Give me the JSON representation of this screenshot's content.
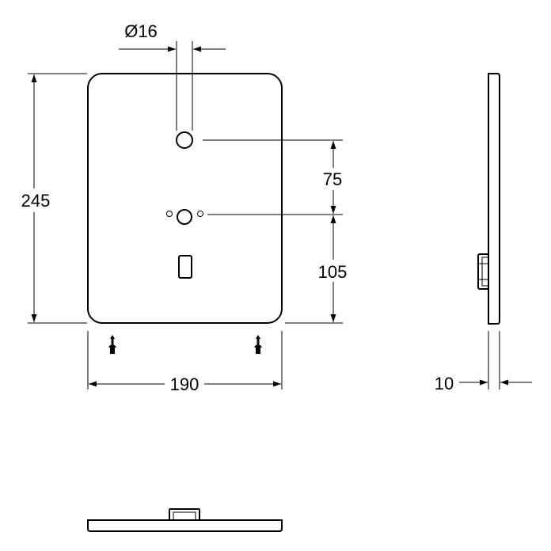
{
  "dimensions": {
    "hole_diameter": "Ø16",
    "height": "245",
    "width": "190",
    "upper_spacing": "75",
    "lower_spacing": "105",
    "thickness": "10"
  },
  "colors": {
    "line": "#000000",
    "background": "#ffffff"
  }
}
